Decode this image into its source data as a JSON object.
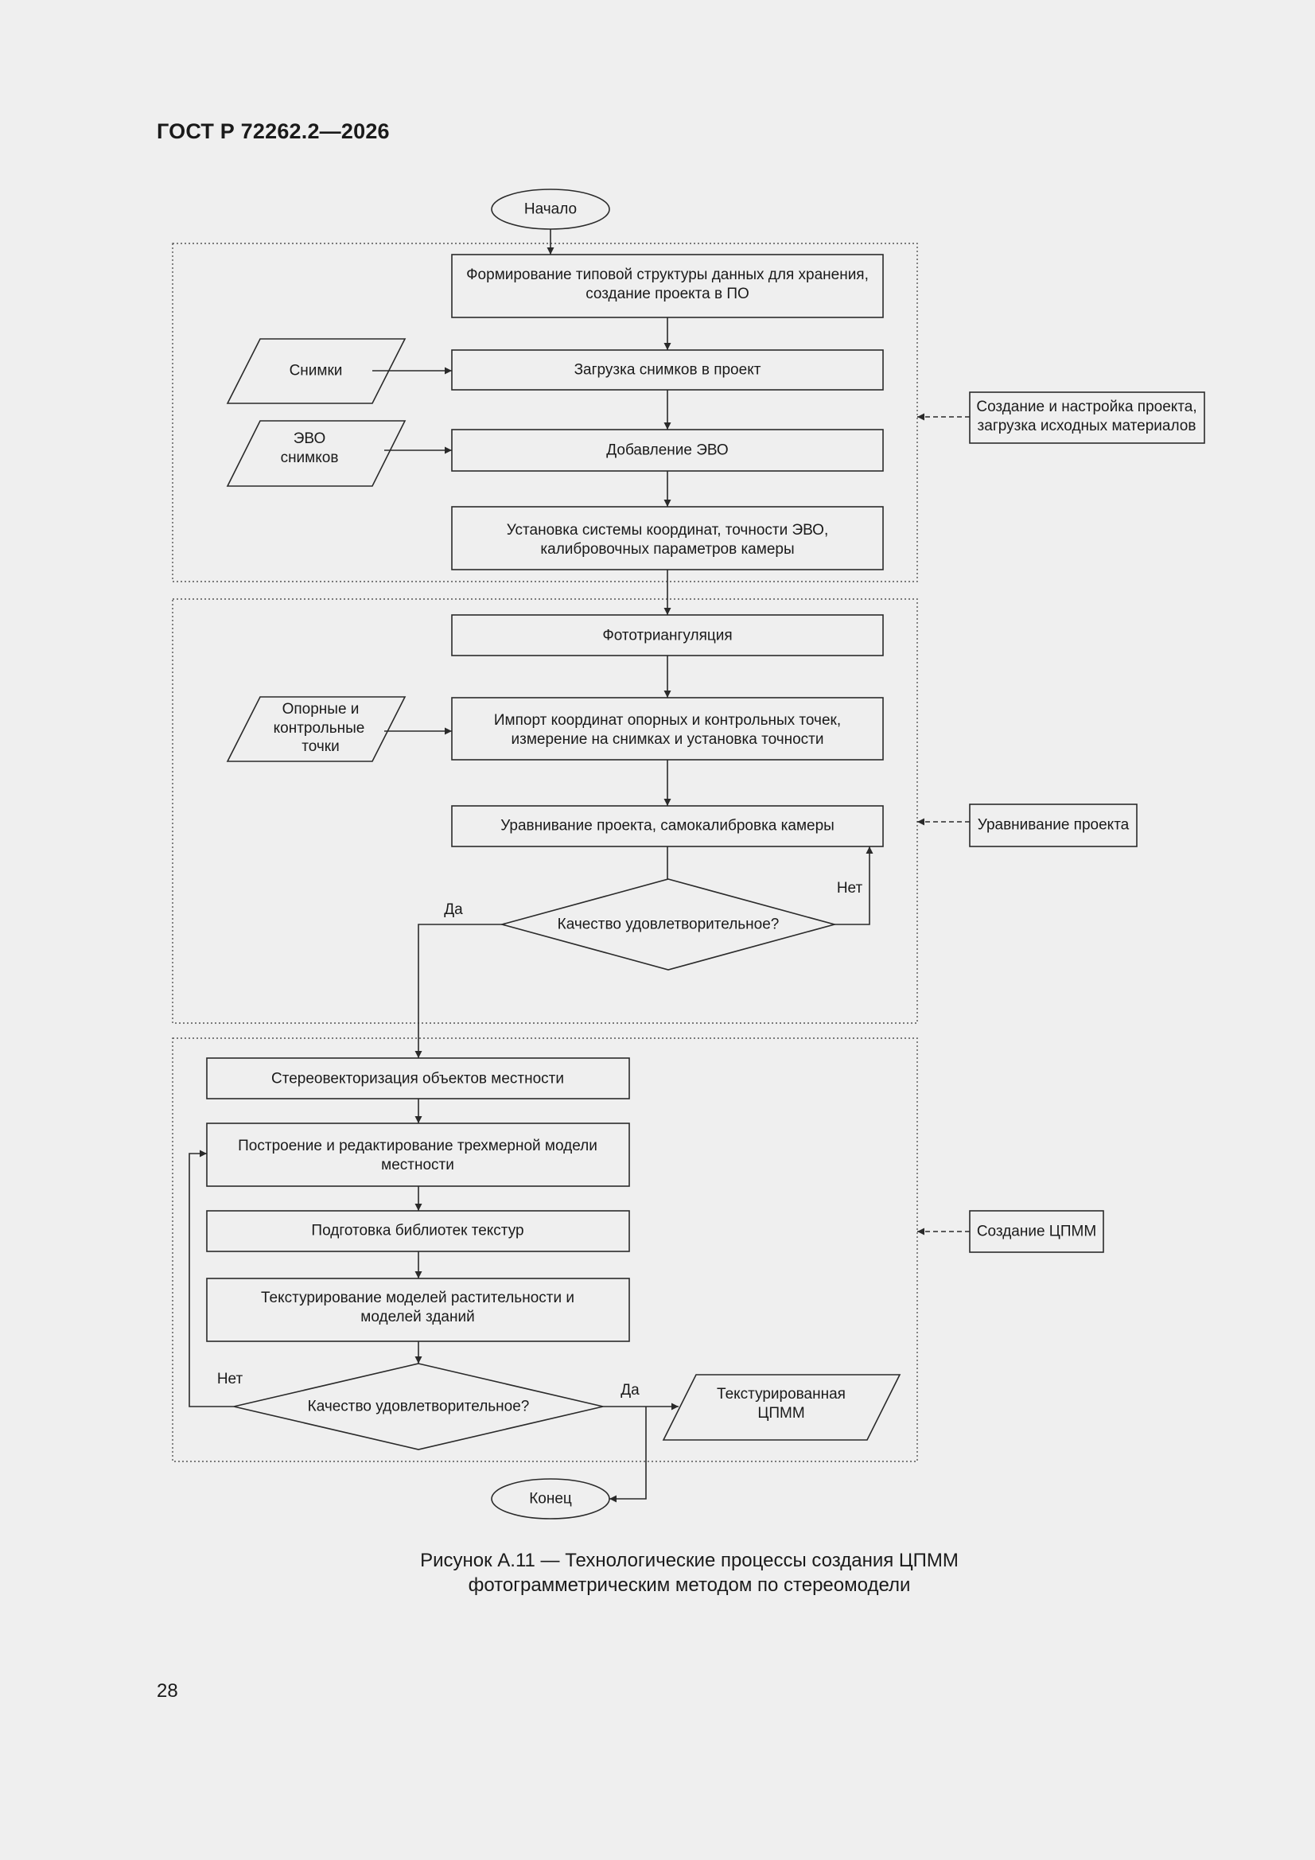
{
  "header": {
    "doc_id": "ГОСТ Р 72262.2—2026"
  },
  "flowchart": {
    "start": "Начало",
    "end": "Конец",
    "stage1": {
      "label": [
        "Создание и настройка проекта,",
        "загрузка исходных материалов"
      ],
      "steps": [
        [
          "Формирование типовой структуры данных для хранения,",
          "создание проекта в ПО"
        ],
        [
          "Загрузка снимков в проект"
        ],
        [
          "Добавление ЭВО"
        ],
        [
          "Установка системы координат, точности ЭВО,",
          "калибровочных параметров камеры"
        ]
      ],
      "inputs": [
        [
          "Снимки"
        ],
        [
          "ЭВО",
          "снимков"
        ]
      ]
    },
    "stage2": {
      "label": [
        "Уравнивание проекта"
      ],
      "steps": [
        [
          "Фототриангуляция"
        ],
        [
          "Импорт координат опорных и контрольных точек,",
          "измерение на снимках и установка точности"
        ],
        [
          "Уравнивание проекта, самокалибровка камеры"
        ]
      ],
      "input": [
        "Опорные и",
        "контрольные",
        "точки"
      ],
      "decision": "Качество удовлетворительное?",
      "yes": "Да",
      "no": "Нет"
    },
    "stage3": {
      "label": [
        "Создание ЦПММ"
      ],
      "steps": [
        [
          "Стереовекторизация объектов местности"
        ],
        [
          "Построение и редактирование трехмерной модели",
          "местности"
        ],
        [
          "Подготовка библиотек текстур"
        ],
        [
          "Текстурирование моделей растительности и",
          "моделей зданий"
        ]
      ],
      "decision": "Качество удовлетворительное?",
      "output": [
        "Текстурированная",
        "ЦПММ"
      ],
      "yes": "Да",
      "no": "Нет"
    }
  },
  "caption": [
    "Рисунок А.11 — Технологические процессы создания ЦПММ",
    "фотограмметрическим методом по стереомодели"
  ],
  "page_number": "28"
}
